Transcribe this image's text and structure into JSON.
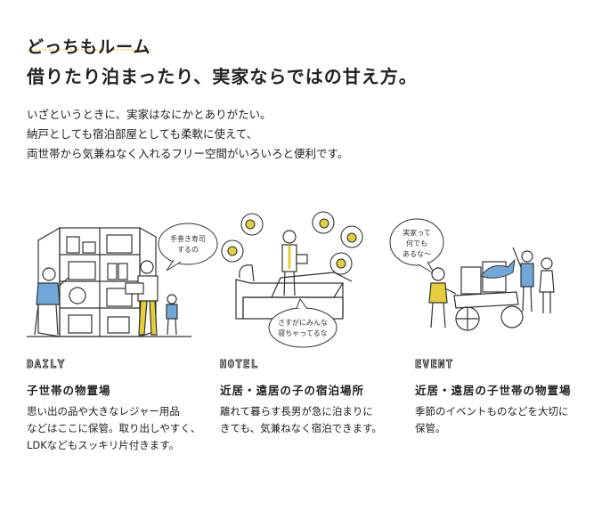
{
  "header": {
    "line1": "どっちもルーム",
    "line2": "借りたり泊まったり、実家ならではの甘え方。"
  },
  "intro": {
    "lines": [
      "いざというときに、実家はなにかとありがたい。",
      "納戸としても宿泊部屋としても柔軟に使えて、",
      "両世帯から気兼ねなく入れるフリー空間がいろいろと便利です。"
    ]
  },
  "colors": {
    "accent_yellow": "#f2d234",
    "shirt_blue": "#6fa8d8",
    "pants_yellow": "#e4cf3a",
    "line": "#333333"
  },
  "categories": [
    {
      "label": "DAILY",
      "title": "子世帯の物置場",
      "desc": [
        "思い出の品や大きなレジャー用品",
        "などはここに保管。取り出しやすく、",
        "LDKなどもスッキリ片付きます。"
      ],
      "bubbles": [
        [
          "手巻き寿司",
          "するの"
        ]
      ]
    },
    {
      "label": "HOTEL",
      "title": "近居・遠居の子の宿泊場所",
      "desc": [
        "離れて暮らす長男が急に泊まりに",
        "きても、気兼ねなく宿泊できます。"
      ],
      "bubbles": [
        [
          "さすがにみんな",
          "寝ちゃってるな"
        ]
      ]
    },
    {
      "label": "EVENT",
      "title": "近居・遠居の子世帯の物置場",
      "desc": [
        "季節のイベントものなどを大切に",
        "保管。"
      ],
      "bubbles": [
        [
          "実家って",
          "何でも",
          "あるな～"
        ]
      ]
    }
  ]
}
